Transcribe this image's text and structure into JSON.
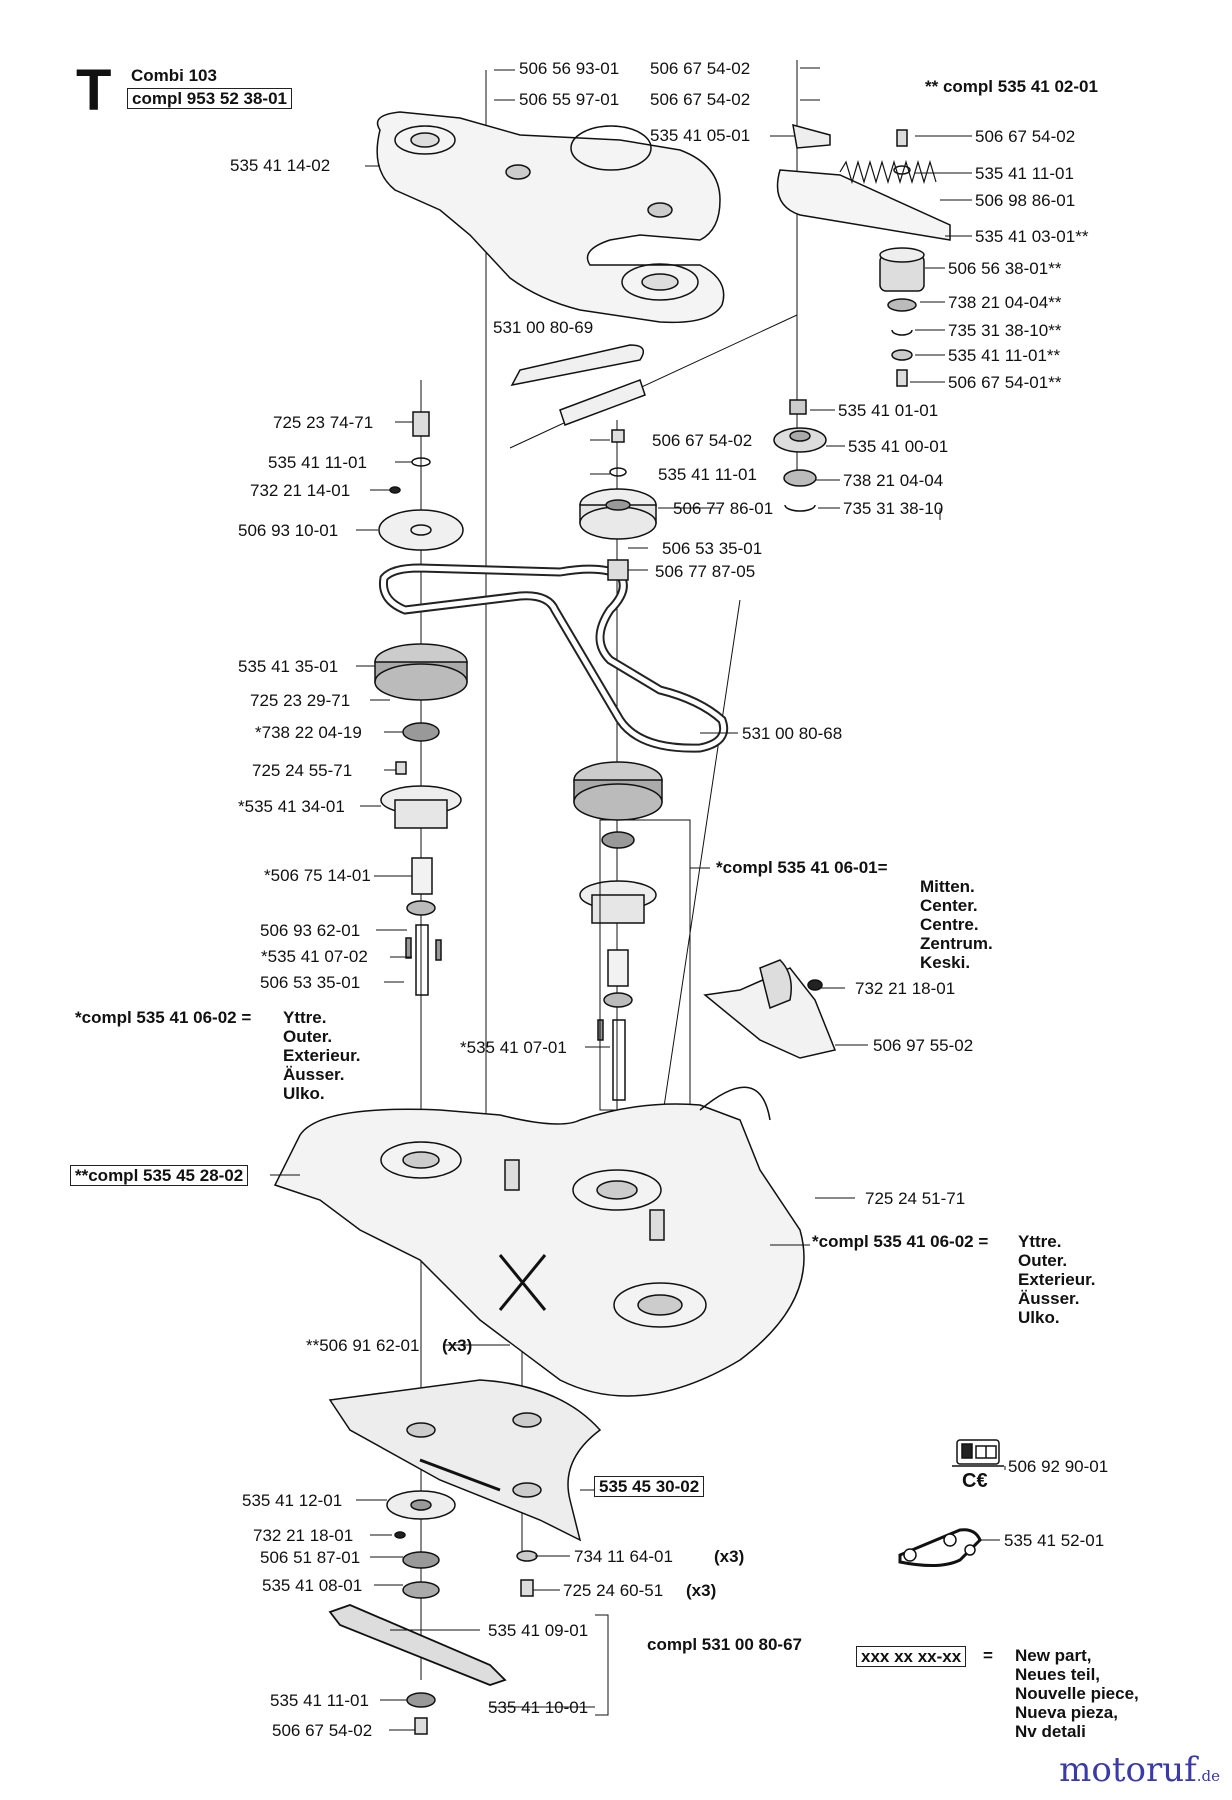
{
  "header": {
    "section": "T",
    "model": "Combi 103",
    "compl": "compl 953 52 38-01"
  },
  "parts": {
    "p_50656930": "506 56 93-01",
    "p_50655970": "506 55 97-01",
    "p_50667540a": "506 67 54-02",
    "p_50667540b": "506 67 54-02",
    "p_compl_right": "** compl 535 41 02-01",
    "p_53541140": "535 41 14-02",
    "p_53541050": "535 41 05-01",
    "p_50667540c": "506 67 54-02",
    "p_53541110a": "535 41 11-01",
    "p_50698860": "506 98 86-01",
    "p_53541030": "535 41 03-01**",
    "p_50656380": "506 56 38-01**",
    "p_73821040a": "738 21 04-04**",
    "p_73531380a": "735 31 38-10**",
    "p_53541110b": "535 41 11-01**",
    "p_50667541": "506 67 54-01**",
    "p_53100806": "531 00 80-69",
    "p_53541010": "535 41 01-01",
    "p_53541000": "535 41 00-01",
    "p_73821040b": "738 21 04-04",
    "p_73531380b": "735 31 38-10",
    "p_72523747": "725 23 74-71",
    "p_53541110c": "535 41 11-01",
    "p_73221140": "732 21 14-01",
    "p_50693100": "506 93 10-01",
    "p_50667540d": "506 67 54-02",
    "p_53541110d": "535 41 11-01",
    "p_50677860": "506 77 86-01",
    "p_50653350a": "506 53 35-01",
    "p_50677870": "506 77 87-05",
    "p_53541350": "535 41 35-01",
    "p_72523297": "725 23 29-71",
    "p_73822040": "*738 22 04-19",
    "p_53100868": "531 00 80-68",
    "p_72524557": "725 24 55-71",
    "p_53541340": "*535 41 34-01",
    "p_50675140": "*506 75 14-01",
    "p_50693620": "506 93 62-01",
    "p_53541070a": "*535 41 07-02",
    "p_50653350b": "506 53 35-01",
    "p_73221180a": "732 21 18-01",
    "p_50697550": "506 97 55-02",
    "p_53541070b": "*535 41 07-01",
    "p_72524517": "725 24 51-71",
    "p_50691620": "**506 91 62-01",
    "p_53541120": "535 41 12-01",
    "p_73221180b": "732 21 18-01",
    "p_50651870": "506 51 87-01",
    "p_53541080": "535 41 08-01",
    "p_53541090": "535 41 09-01",
    "p_53541110e": "535 41 11-01",
    "p_50667540e": "506 67 54-02",
    "p_53541100": "535 41 10-01",
    "p_53100867": "compl 531 00 80-67",
    "p_73411640": "734 11 64-01",
    "p_72524605": "725 24 60-51",
    "p_50692900": "506 92 90-01",
    "p_53541520": "535 41 52-01",
    "x3": "(x3)"
  },
  "groups": {
    "center": {
      "code": "*compl 535 41 06-01=",
      "names": [
        "Mitten.",
        "Center.",
        "Centre.",
        "Zentrum.",
        "Keski."
      ]
    },
    "outer_left": {
      "code": "*compl 535 41 06-02 =",
      "names": [
        "Yttre.",
        "Outer.",
        "Exterieur.",
        "Äusser.",
        "Ulko."
      ]
    },
    "outer_right": {
      "code": "*compl 535 41 06-02 =",
      "names": [
        "Yttre.",
        "Outer.",
        "Exterieur.",
        "Äusser.",
        "Ulko."
      ]
    },
    "deck": "**compl 535 45 28-02",
    "blade_guard": "535 45 30-02",
    "ce_mark": "C€"
  },
  "legend": {
    "code": "xxx xx xx-xx",
    "eq": "=",
    "lines": [
      "New part,",
      "Neues teil,",
      "Nouvelle piece,",
      "Nueva pieza,",
      "Nv detali"
    ]
  },
  "brand": {
    "name": "motoruf",
    "tld": ".de"
  }
}
